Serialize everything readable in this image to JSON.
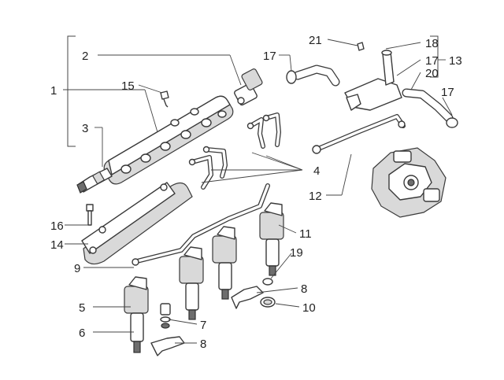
{
  "callouts": {
    "c1": "1",
    "c2": "2",
    "c3": "3",
    "c4": "4",
    "c5": "5",
    "c6": "6",
    "c7": "7",
    "c8a": "8",
    "c8b": "8",
    "c9": "9",
    "c10": "10",
    "c11": "11",
    "c12": "12",
    "c13": "13",
    "c14": "14",
    "c15": "15",
    "c16": "16",
    "c17a": "17",
    "c17b": "17",
    "c17c": "17",
    "c18": "18",
    "c19": "19",
    "c20": "20",
    "c21": "21"
  }
}
